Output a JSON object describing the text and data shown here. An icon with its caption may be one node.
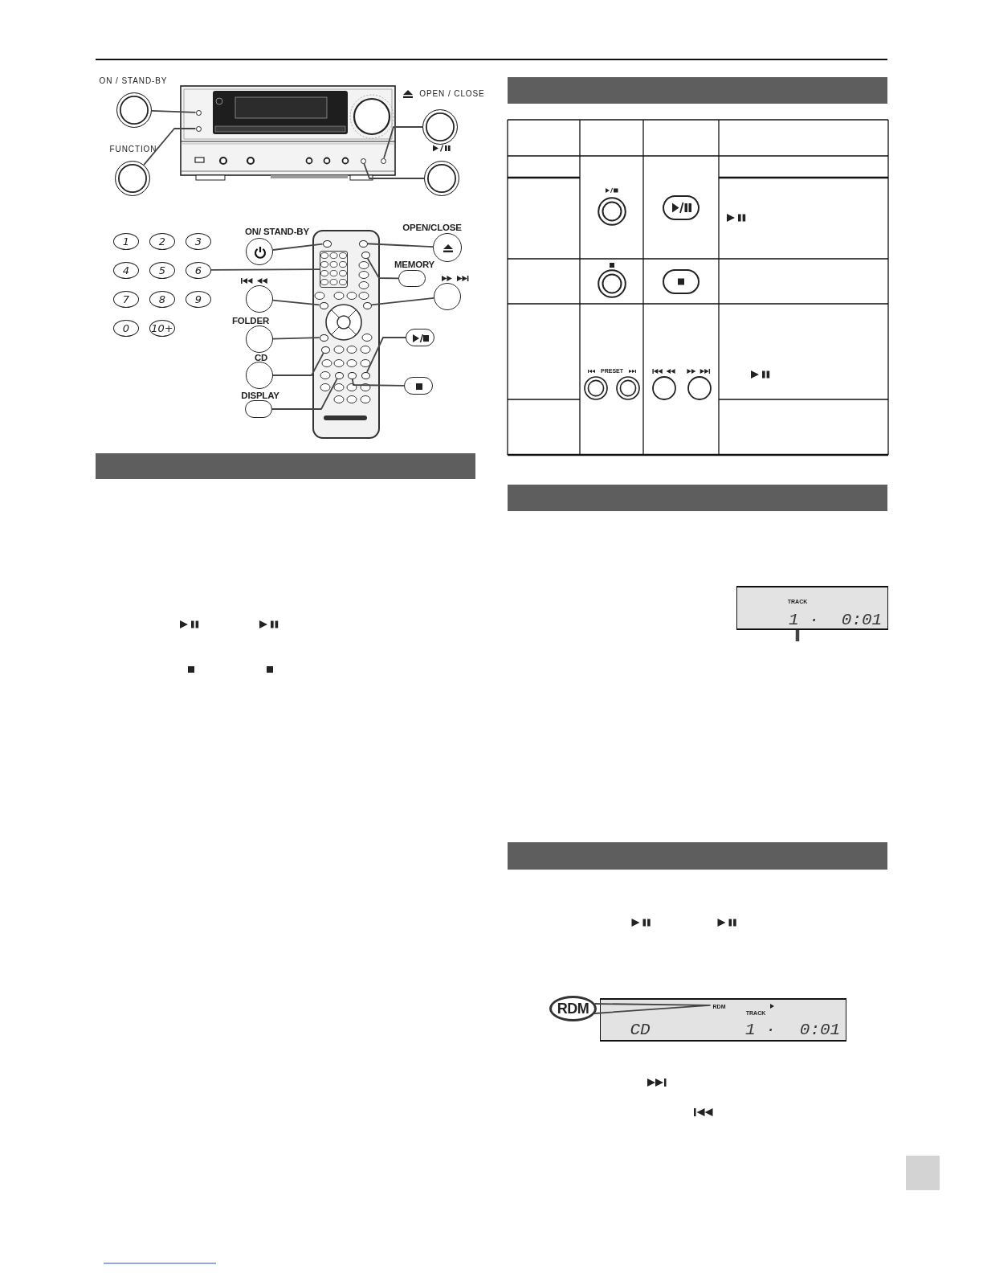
{
  "diagram": {
    "nodes": [
      {
        "text": [
          "ON / STAND-BY"
        ]
      },
      {
        "text": [
          "FUNCTION"
        ]
      },
      {
        "text": [
          "OPEN / CLOSE"
        ]
      },
      {
        "text": [],
        "shape": "circle"
      },
      {
        "text": [],
        "shape": "circle"
      },
      {
        "text": [],
        "shape": "circle"
      },
      {
        "text": [],
        "shape": "circle"
      },
      {
        "text": [],
        "shape": "circle"
      },
      {
        "text": [
          "1"
        ]
      },
      {
        "text": [
          "2"
        ]
      },
      {
        "text": [
          "3"
        ]
      },
      {
        "text": [
          "4"
        ]
      },
      {
        "text": [
          "5"
        ]
      },
      {
        "text": [
          "6"
        ]
      },
      {
        "text": [
          "7"
        ]
      },
      {
        "text": [
          "8"
        ]
      },
      {
        "text": [
          "9"
        ]
      },
      {
        "text": [
          "0"
        ]
      },
      {
        "text": [
          "10+"
        ]
      },
      {
        "text": [
          "ON/ STAND-BY"
        ]
      },
      {
        "text": [],
        "shape": "circle"
      },
      {
        "text": [
          "FOLDER"
        ]
      },
      {
        "text": [
          "CD"
        ]
      },
      {
        "text": [
          "DISPLAY"
        ]
      },
      {
        "text": [],
        "shape": "circle"
      },
      {
        "text": [],
        "shape": "circle"
      },
      {
        "text": [],
        "shape": "circle"
      },
      {
        "text": [],
        "shape": "box"
      },
      {
        "text": [],
        "shape": "circle"
      },
      {
        "text": [],
        "shape": "circle"
      },
      {
        "text": [],
        "shape": "circle"
      },
      {
        "text": [],
        "shape": "circle"
      },
      {
        "text": [],
        "shape": "circle"
      },
      {
        "text": [],
        "shape": "circle"
      },
      {
        "text": [],
        "shape": "circle"
      },
      {
        "text": [
          "OPEN/CLOSE"
        ]
      },
      {
        "text": [
          "MEMORY"
        ]
      },
      {
        "text": [],
        "shape": "circle"
      },
      {
        "text": [],
        "shape": "box"
      },
      {
        "text": [],
        "shape": "box"
      },
      {
        "text": [
          "TRACK",
          "1 ·",
          "0:01"
        ]
      },
      {
        "text": [
          "RDM"
        ]
      },
      {
        "text": [
          "TRACK",
          "CD",
          "1 ·",
          "0:01"
        ]
      },
      {
        "text": [
          "RDM"
        ],
        "in": 42
      }
    ],
    "edges": [
      {
        "from": 0,
        "to": 4,
        "arrow": "none"
      },
      {
        "from": 1,
        "to": 5,
        "arrow": "none"
      },
      {
        "from": 2,
        "to": 7,
        "arrow": "none"
      },
      {
        "from": 3,
        "to": 6,
        "arrow": "none"
      },
      {
        "from": 19,
        "to": 24,
        "arrow": "none"
      },
      {
        "from": 13,
        "to": 27,
        "arrow": "none"
      },
      {
        "from": 20,
        "to": 28,
        "arrow": "none"
      },
      {
        "from": 21,
        "to": 30,
        "arrow": "none"
      },
      {
        "from": 22,
        "to": 31,
        "arrow": "none"
      },
      {
        "from": 23,
        "to": 32,
        "arrow": "none"
      },
      {
        "from": 35,
        "to": 25,
        "arrow": "none"
      },
      {
        "from": 36,
        "to": 26,
        "arrow": "none"
      },
      {
        "from": 37,
        "to": 29,
        "arrow": "none"
      },
      {
        "from": 38,
        "to": 34,
        "arrow": "none"
      },
      {
        "from": 39,
        "to": 33,
        "arrow": "none"
      },
      {
        "from": 41,
        "to": 43,
        "arrow": "none"
      },
      {
        "from": 40,
        "to": null,
        "arrow": "none",
        "style": "thick"
      }
    ],
    "labels": [
      "PRESET"
    ]
  }
}
